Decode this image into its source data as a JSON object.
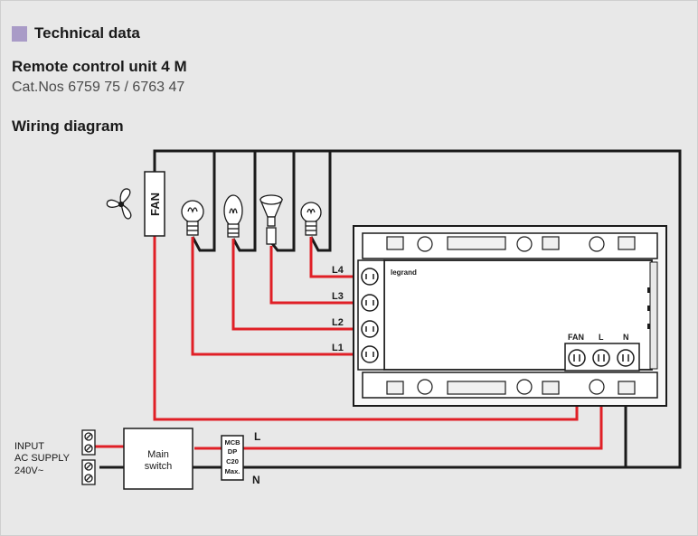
{
  "header": {
    "title": "Technical data",
    "accent_color": "#a99bc7"
  },
  "product": {
    "name": "Remote control unit 4 M",
    "catnos": "Cat.Nos 6759 75 / 6763 47"
  },
  "section": {
    "title": "Wiring diagram"
  },
  "diagram": {
    "fan_label": "FAN",
    "terminals_left": [
      "L4",
      "L3",
      "L2",
      "L1"
    ],
    "terminals_bottom": [
      "FAN",
      "L",
      "N"
    ],
    "brand": "legrand",
    "input_label_1": "INPUT",
    "input_label_2": "AC SUPPLY",
    "input_label_3": "240V~",
    "main_switch_1": "Main",
    "main_switch_2": "switch",
    "mcb": [
      "MCB",
      "DP",
      "C20",
      "Max."
    ],
    "line_label": "L",
    "neutral_label": "N",
    "wire_colors": {
      "live": "#e01f26",
      "neutral": "#1a1a1a"
    }
  }
}
